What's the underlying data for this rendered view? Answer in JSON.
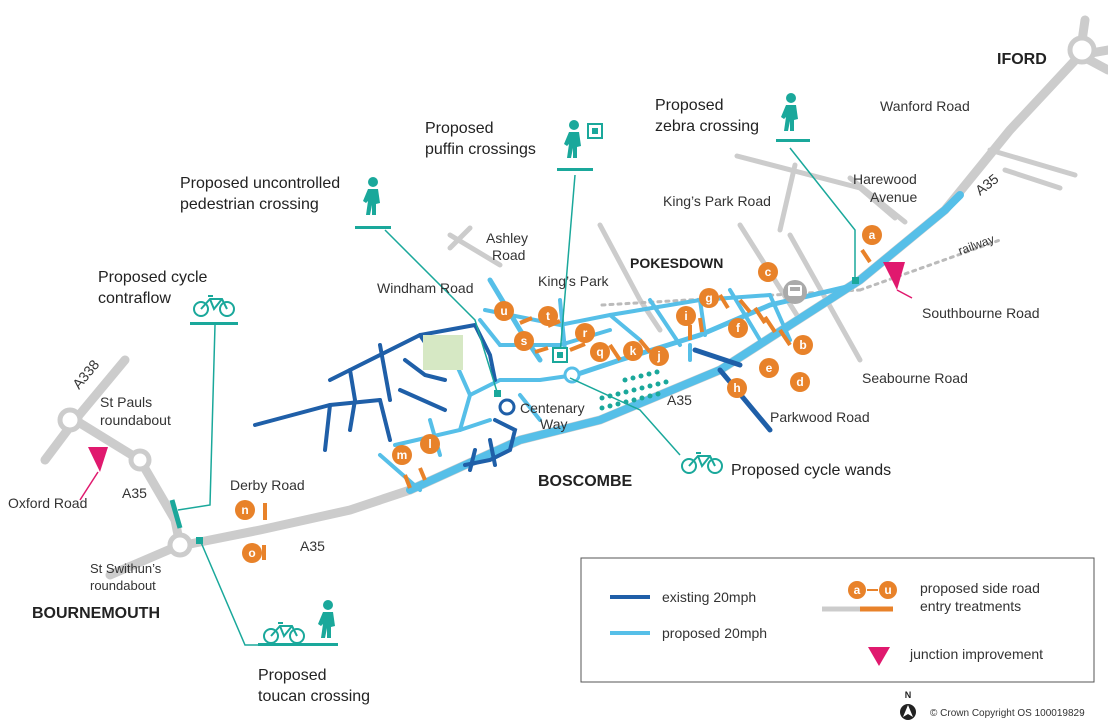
{
  "places": {
    "iford": "IFORD",
    "pokesdown": "POKESDOWN",
    "boscombe": "BOSCOMBE",
    "bournemouth": "BOURNEMOUTH"
  },
  "roads": {
    "wanford": "Wanford Road",
    "harewood_1": "Harewood",
    "harewood_2": "Avenue",
    "kings_park_road": "King’s Park Road",
    "railway": "railway",
    "ashley_1": "Ashley",
    "ashley_2": "Road",
    "kings_park": "King’s Park",
    "windham": "Windham Road",
    "southbourne": "Southbourne Road",
    "seabourne": "Seabourne Road",
    "parkwood": "Parkwood Road",
    "centenary_1": "Centenary",
    "centenary_2": "Way",
    "a35_east": "A35",
    "a35_mid": "A35",
    "a35_west": "A35",
    "a35_bottom": "A35",
    "a338": "A338",
    "st_pauls_1": "St Pauls",
    "st_pauls_2": "roundabout",
    "oxford": "Oxford Road",
    "derby": "Derby Road",
    "st_swithuns_1": "St Swithun’s",
    "st_swithuns_2": "roundabout"
  },
  "callouts": {
    "zebra_1": "Proposed",
    "zebra_2": "zebra crossing",
    "puffin_1": "Proposed",
    "puffin_2": "puffin crossings",
    "uncontrolled_1": "Proposed uncontrolled",
    "uncontrolled_2": "pedestrian crossing",
    "contraflow_1": "Proposed cycle",
    "contraflow_2": "contraflow",
    "cycle_wands": "Proposed cycle wands",
    "toucan_1": "Proposed",
    "toucan_2": "toucan crossing"
  },
  "treatments": {
    "a": "a",
    "b": "b",
    "c": "c",
    "d": "d",
    "e": "e",
    "f": "f",
    "g": "g",
    "h": "h",
    "i": "i",
    "j": "j",
    "k": "k",
    "l": "l",
    "m": "m",
    "n": "n",
    "o": "o",
    "q": "q",
    "r": "r",
    "s": "s",
    "t": "t",
    "u": "u"
  },
  "legend": {
    "existing": "existing 20mph",
    "proposed": "proposed 20mph",
    "range_from": "a",
    "range_to": "u",
    "side_road_1": "proposed side road",
    "side_road_2": "entry treatments",
    "junction": "junction improvement"
  },
  "north_label": "N",
  "copyright": "© Crown Copyright OS 100019829",
  "colors": {
    "existing_20mph": "#1f5fa8",
    "proposed_20mph": "#56bfe8",
    "main_road": "#cccccc",
    "treatment": "#e8822a",
    "callout": "#1aa89b",
    "junction": "#e0196e"
  }
}
